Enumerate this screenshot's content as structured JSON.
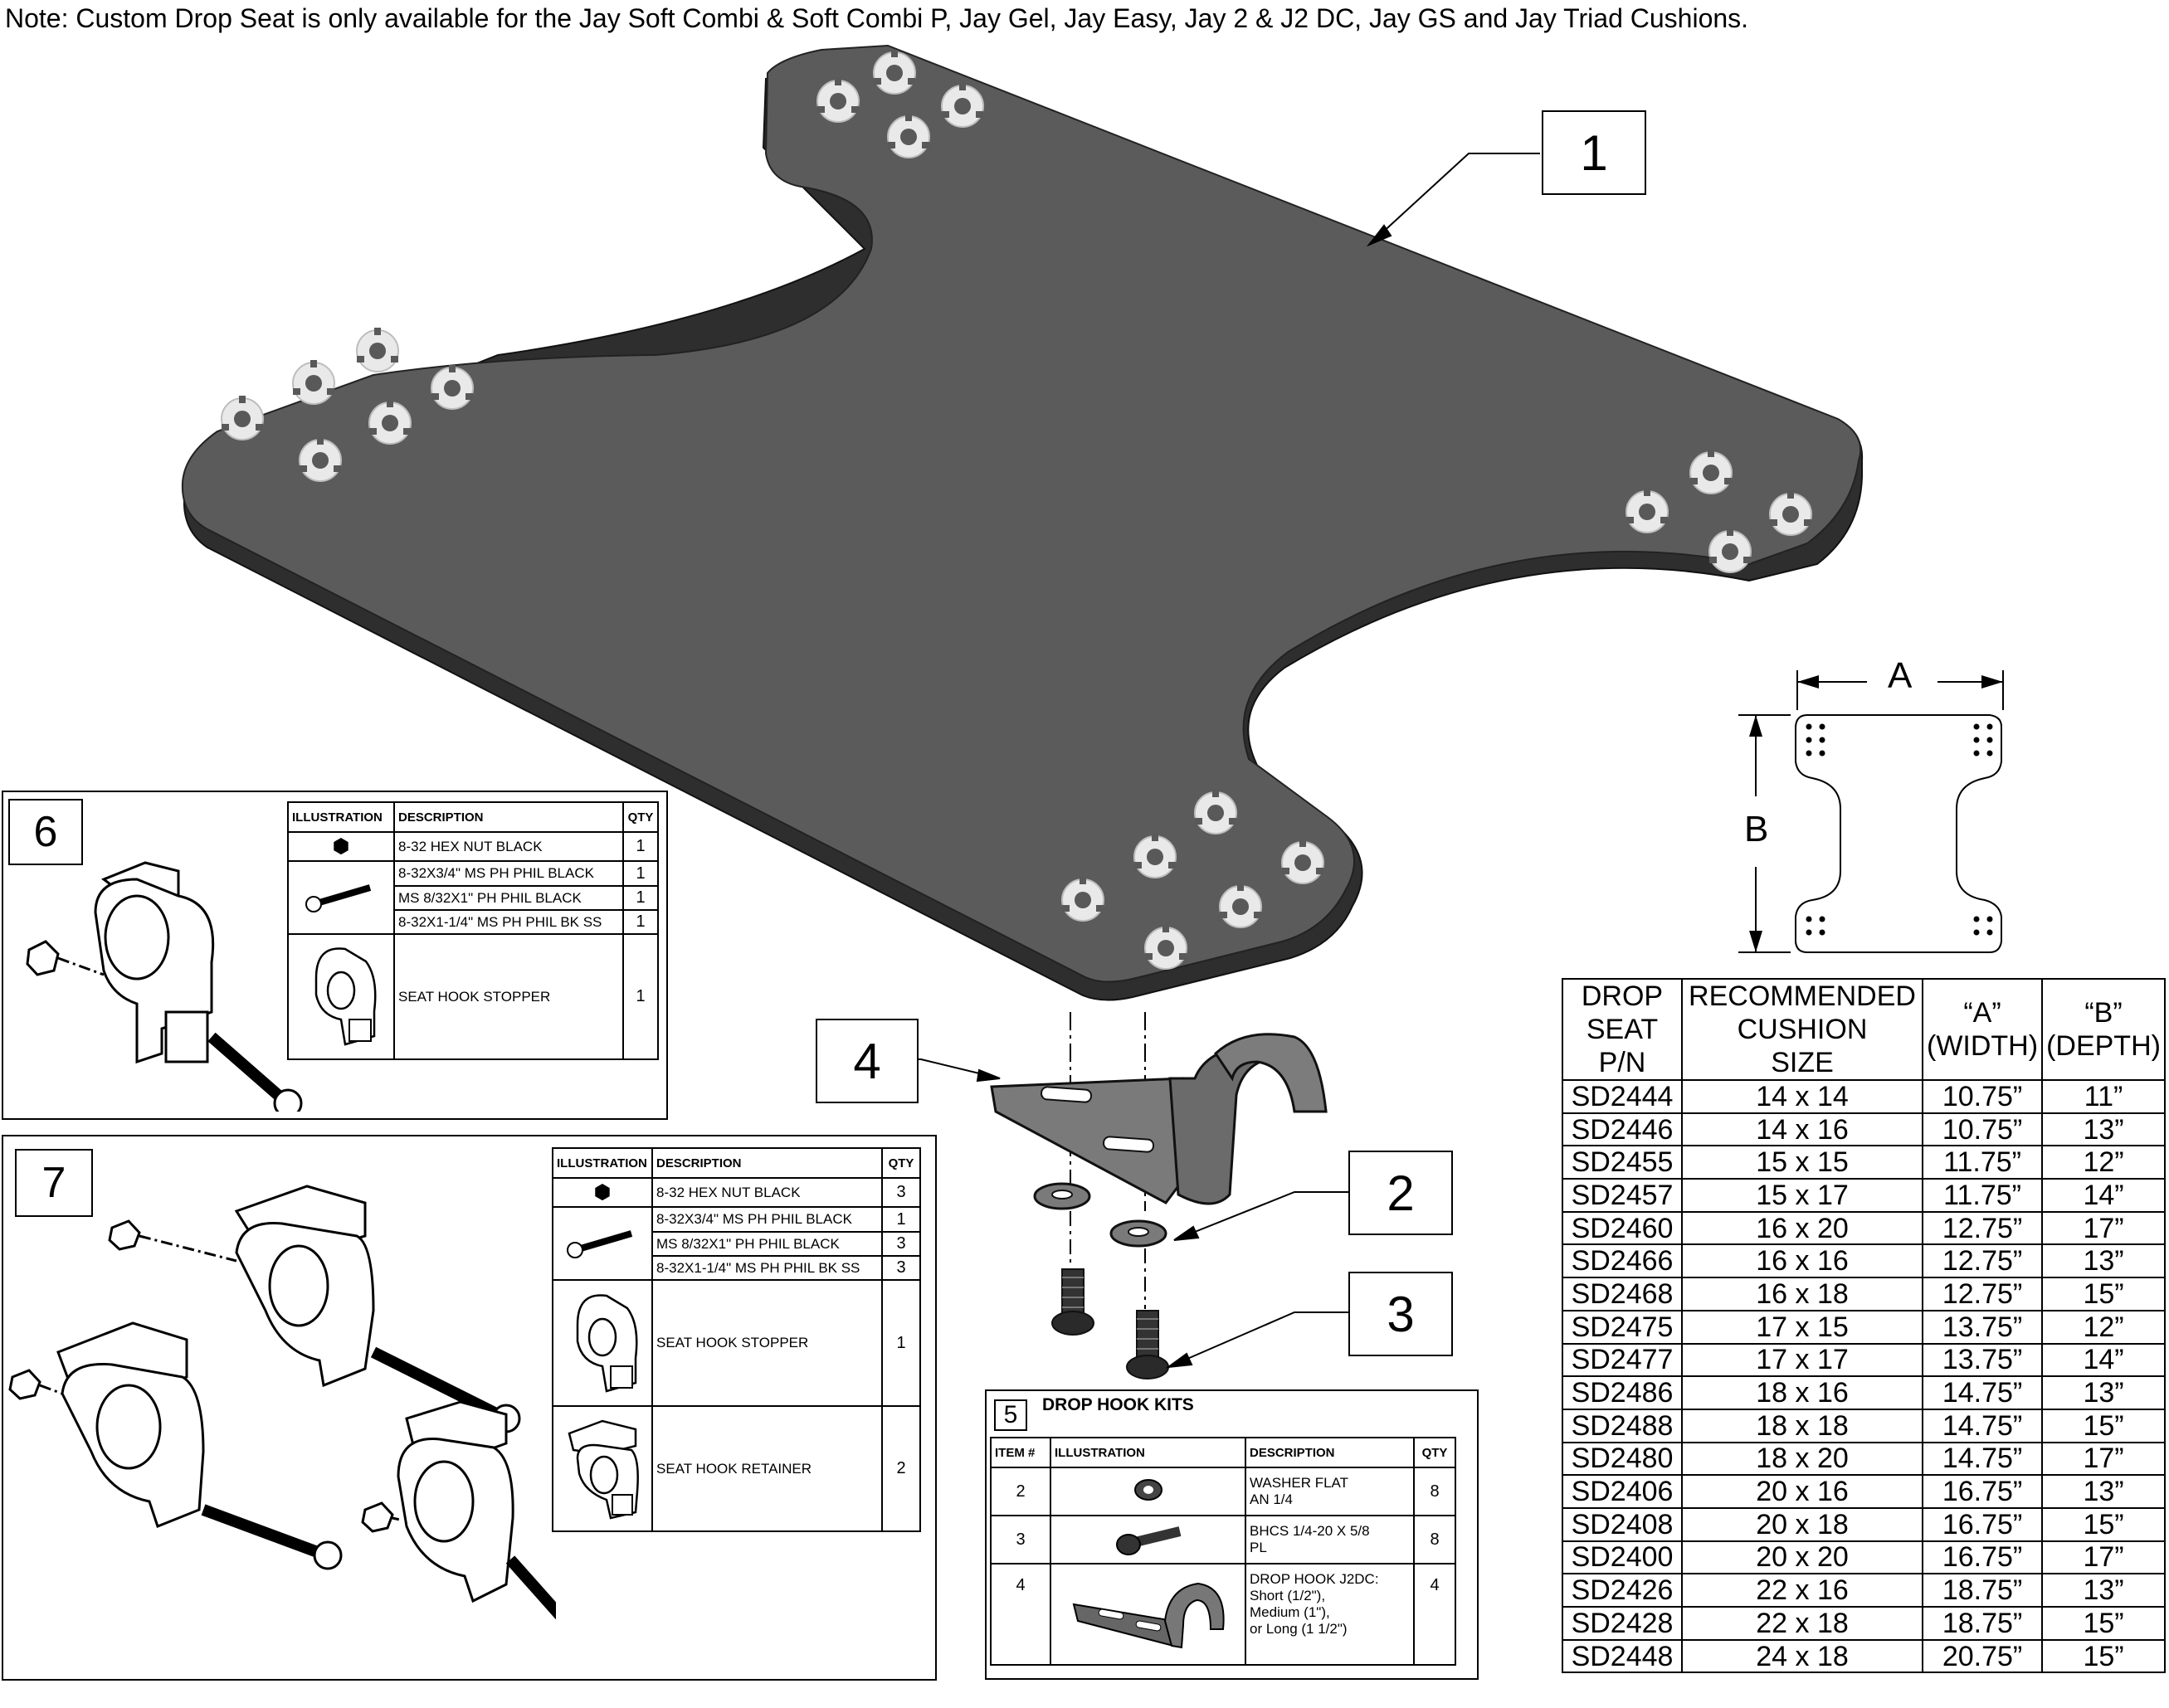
{
  "note": "Note: Custom Drop Seat is only available for the Jay Soft Combi & Soft Combi P, Jay Gel, Jay Easy, Jay 2 & J2 DC, Jay GS and Jay Triad Cushions.",
  "callouts": {
    "c1": "1",
    "c2": "2",
    "c3": "3",
    "c4": "4"
  },
  "dimension_labels": {
    "a": "A",
    "b": "B"
  },
  "kit6": {
    "number": "6",
    "headers": {
      "illustration": "ILLUSTRATION",
      "description": "DESCRIPTION",
      "qty": "QTY"
    },
    "rows": [
      {
        "description": "8-32 HEX NUT BLACK",
        "qty": "1",
        "icon": "hex-nut-icon"
      },
      {
        "description": "8-32X3/4\" MS PH PHIL BLACK",
        "qty": "1",
        "icon": "screw-icon"
      },
      {
        "description": "MS 8/32X1\" PH PHIL BLACK",
        "qty": "1"
      },
      {
        "description": "8-32X1-1/4\" MS PH PHIL BK SS",
        "qty": "1"
      },
      {
        "description": "SEAT HOOK STOPPER",
        "qty": "1",
        "icon": "seat-hook-stopper-icon"
      }
    ]
  },
  "kit7": {
    "number": "7",
    "headers": {
      "illustration": "ILLUSTRATION",
      "description": "DESCRIPTION",
      "qty": "QTY"
    },
    "rows": [
      {
        "description": "8-32 HEX NUT BLACK",
        "qty": "3",
        "icon": "hex-nut-icon"
      },
      {
        "description": "8-32X3/4\" MS PH PHIL BLACK",
        "qty": "1",
        "icon": "screw-icon"
      },
      {
        "description": "MS 8/32X1\" PH PHIL BLACK",
        "qty": "3"
      },
      {
        "description": "8-32X1-1/4\" MS PH PHIL BK SS",
        "qty": "3"
      },
      {
        "description": "SEAT HOOK STOPPER",
        "qty": "1",
        "icon": "seat-hook-stopper-icon"
      },
      {
        "description": "SEAT HOOK RETAINER",
        "qty": "2",
        "icon": "seat-hook-retainer-icon"
      }
    ]
  },
  "kit5": {
    "number": "5",
    "title": "DROP HOOK KITS",
    "headers": {
      "item": "ITEM #",
      "illustration": "ILLUSTRATION",
      "description": "DESCRIPTION",
      "qty": "QTY"
    },
    "rows": [
      {
        "item": "2",
        "description_lines": [
          "WASHER FLAT",
          "AN 1/4"
        ],
        "qty": "8",
        "icon": "washer-icon"
      },
      {
        "item": "3",
        "description_lines": [
          "BHCS 1/4-20 X 5/8",
          "PL"
        ],
        "qty": "8",
        "icon": "bolt-icon"
      },
      {
        "item": "4",
        "description_lines": [
          "DROP HOOK J2DC:",
          "Short (1/2\"),",
          "Medium (1\"),",
          "or Long (1 1/2\")"
        ],
        "qty": "4",
        "icon": "drop-hook-icon"
      }
    ]
  },
  "sizes_table": {
    "headers": [
      [
        "DROP",
        "SEAT",
        "P/N"
      ],
      [
        "RECOMMENDED",
        "CUSHION",
        "SIZE"
      ],
      [
        "“A”",
        "(WIDTH)"
      ],
      [
        "“B”",
        "(DEPTH)"
      ]
    ],
    "rows": [
      [
        "SD2444",
        "14 x 14",
        "10.75”",
        "11”"
      ],
      [
        "SD2446",
        "14 x 16",
        "10.75”",
        "13”"
      ],
      [
        "SD2455",
        "15 x 15",
        "11.75”",
        "12”"
      ],
      [
        "SD2457",
        "15 x 17",
        "11.75”",
        "14”"
      ],
      [
        "SD2460",
        "16 x 20",
        "12.75”",
        "17”"
      ],
      [
        "SD2466",
        "16 x 16",
        "12.75”",
        "13”"
      ],
      [
        "SD2468",
        "16 x 18",
        "12.75”",
        "15”"
      ],
      [
        "SD2475",
        "17 x 15",
        "13.75”",
        "12”"
      ],
      [
        "SD2477",
        "17 x 17",
        "13.75”",
        "14”"
      ],
      [
        "SD2486",
        "18 x 16",
        "14.75”",
        "13”"
      ],
      [
        "SD2488",
        "18 x 18",
        "14.75”",
        "15”"
      ],
      [
        "SD2480",
        "18 x 20",
        "14.75”",
        "17”"
      ],
      [
        "SD2406",
        "20 x 16",
        "16.75”",
        "13”"
      ],
      [
        "SD2408",
        "20 x 18",
        "16.75”",
        "15”"
      ],
      [
        "SD2400",
        "20 x 20",
        "16.75”",
        "17”"
      ],
      [
        "SD2426",
        "22 x 16",
        "18.75”",
        "13”"
      ],
      [
        "SD2428",
        "22 x 18",
        "18.75”",
        "15”"
      ],
      [
        "SD2448",
        "24 x 18",
        "20.75”",
        "15”"
      ]
    ]
  }
}
